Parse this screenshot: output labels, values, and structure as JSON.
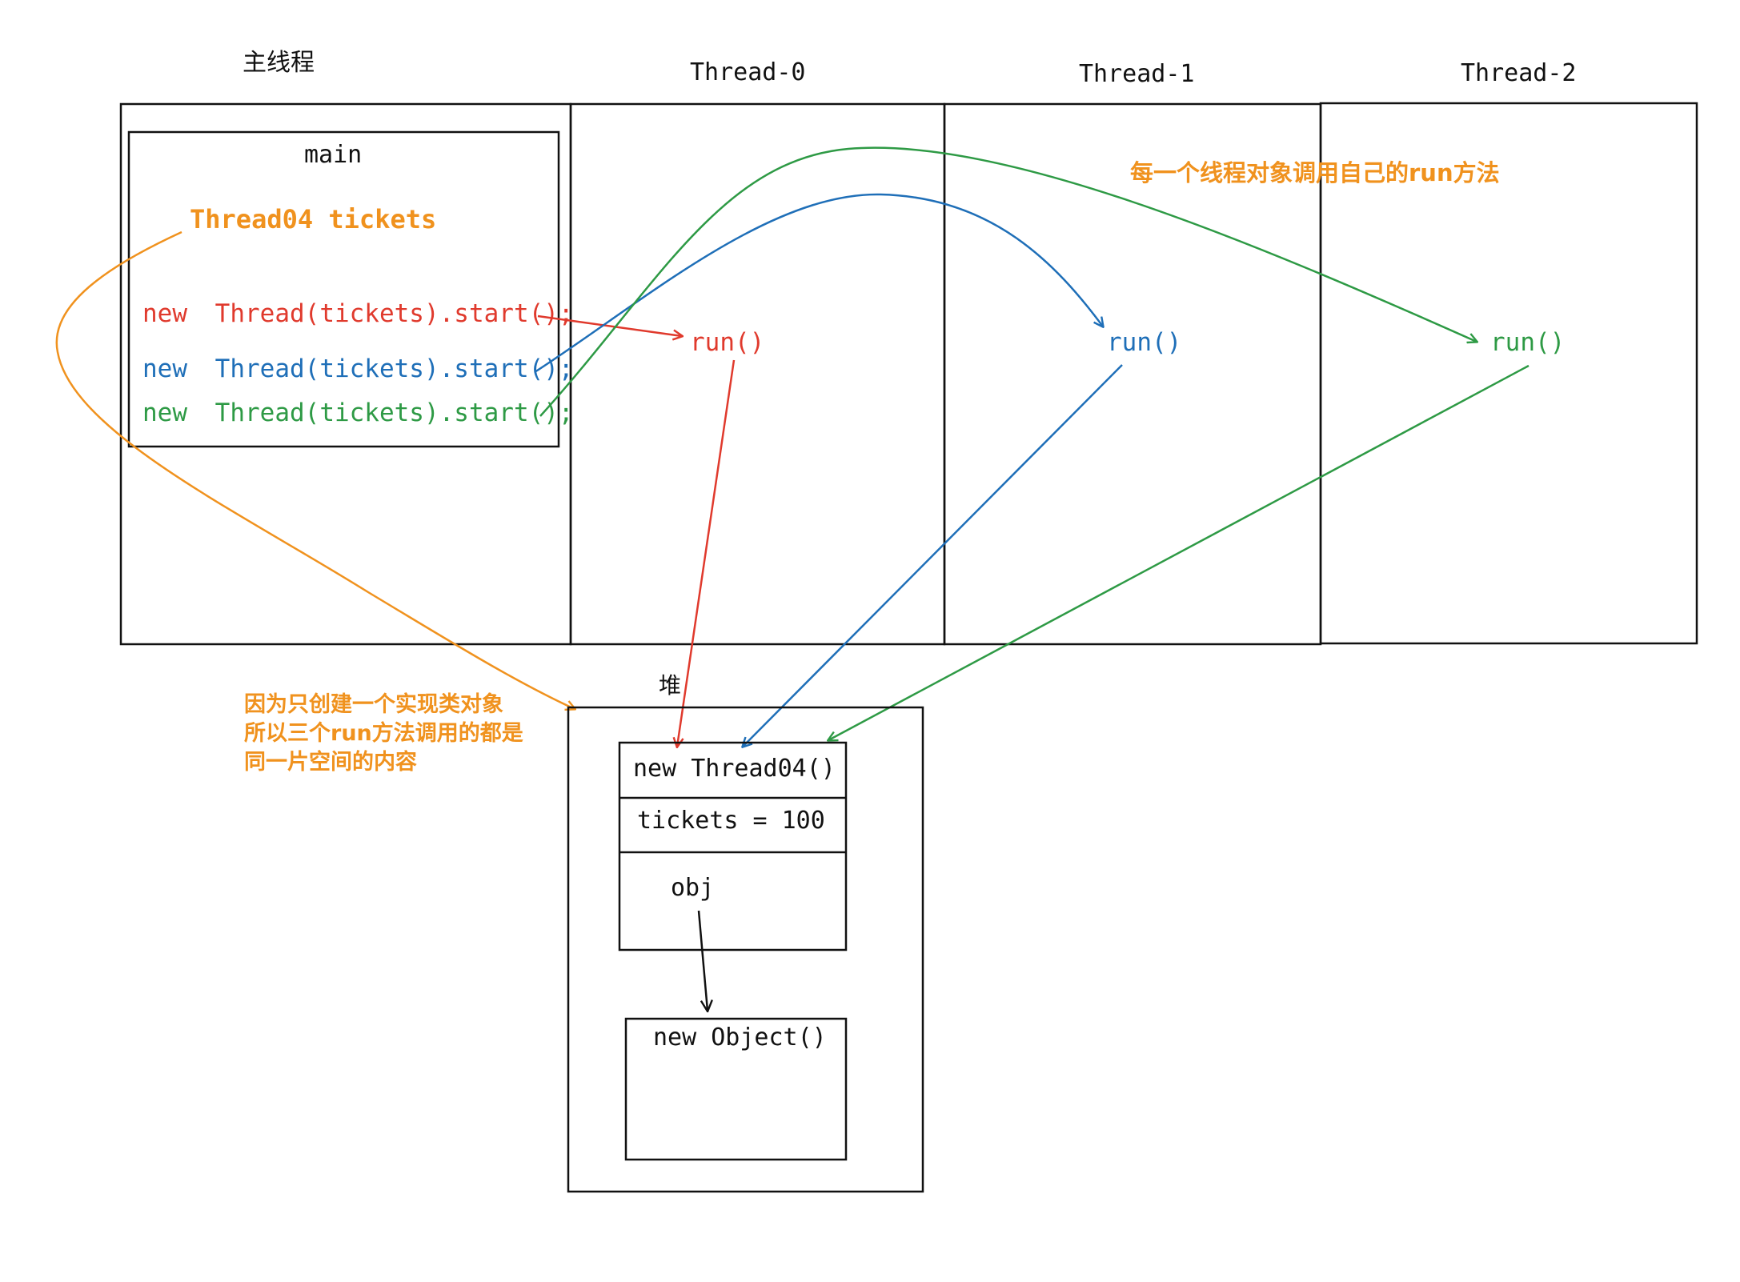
{
  "colors": {
    "ink": "#111111",
    "red": "#e03a2d",
    "blue": "#1f6fb8",
    "green": "#2e9a45",
    "orange": "#f0921e"
  },
  "columns": {
    "main_thread": "主线程",
    "thread0": "Thread-0",
    "thread1": "Thread-1",
    "thread2": "Thread-2"
  },
  "main_box": {
    "title": "main",
    "variable": "Thread04 tickets",
    "calls": [
      {
        "prefix": "new",
        "rest": "Thread(tickets).start();",
        "color": "red"
      },
      {
        "prefix": "new",
        "rest": "Thread(tickets).start();",
        "color": "blue"
      },
      {
        "prefix": "new",
        "rest": "Thread(tickets).start();",
        "color": "green"
      }
    ]
  },
  "run_labels": {
    "thread0": "run()",
    "thread1": "run()",
    "thread2": "run()"
  },
  "annotation_top": "每一个线程对象调用自己的run方法",
  "annotation_left": {
    "line1": "因为只创建一个实现类对象",
    "line2": "所以三个run方法调用的都是",
    "line3": "同一片空间的内容"
  },
  "heap": {
    "label": "堆",
    "object_header": "new Thread04()",
    "field_tickets": "tickets = 100",
    "field_obj": "obj",
    "inner_object": "new Object()"
  }
}
